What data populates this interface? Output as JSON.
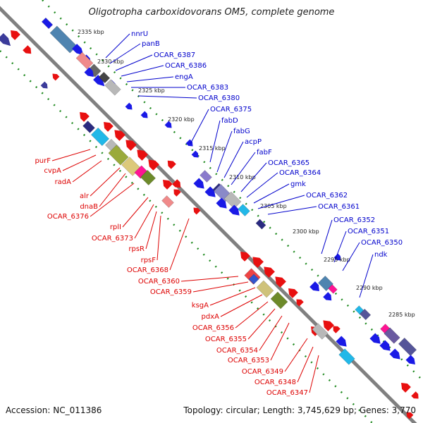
{
  "title": "Oligotropha carboxidovorans OM5, complete genome",
  "footer": {
    "accession": "Accession: NC_011386",
    "summary": "Topology: circular; Length: 3,745,629 bp; Genes: 3,770"
  },
  "colors": {
    "backbone": "#808080",
    "top_strand_genes": "#0000ee",
    "bottom_strand_genes": "#ee0000",
    "top_labels": "#0000cc",
    "bottom_labels": "#dd0000",
    "tick_dots": "#228b22"
  },
  "scale_labels": [
    "2335 kbp",
    "2330 kbp",
    "2325 kbp",
    "2320 kbp",
    "2315 kbp",
    "2310 kbp",
    "2305 kbp",
    "2300 kbp",
    "2295 kbp",
    "2290 kbp",
    "2285 kbp"
  ],
  "top_genes": [
    "nnrU",
    "panB",
    "OCAR_6387",
    "OCAR_6386",
    "engA",
    "OCAR_6383",
    "OCAR_6380",
    "OCAR_6375",
    "fabD",
    "fabG",
    "acpP",
    "fabF",
    "OCAR_6365",
    "OCAR_6364",
    "gmk",
    "OCAR_6362",
    "OCAR_6361",
    "OCAR_6352",
    "OCAR_6351",
    "OCAR_6350",
    "ndk"
  ],
  "bottom_genes": [
    "purF",
    "cvpA",
    "radA",
    "alr",
    "dnaB",
    "OCAR_6376",
    "rplI",
    "OCAR_6373",
    "rpsR",
    "rpsF",
    "OCAR_6368",
    "OCAR_6360",
    "OCAR_6359",
    "ksgA",
    "pdxA",
    "OCAR_6356",
    "OCAR_6355",
    "OCAR_6354",
    "OCAR_6353",
    "OCAR_6349",
    "OCAR_6348",
    "OCAR_6347"
  ]
}
